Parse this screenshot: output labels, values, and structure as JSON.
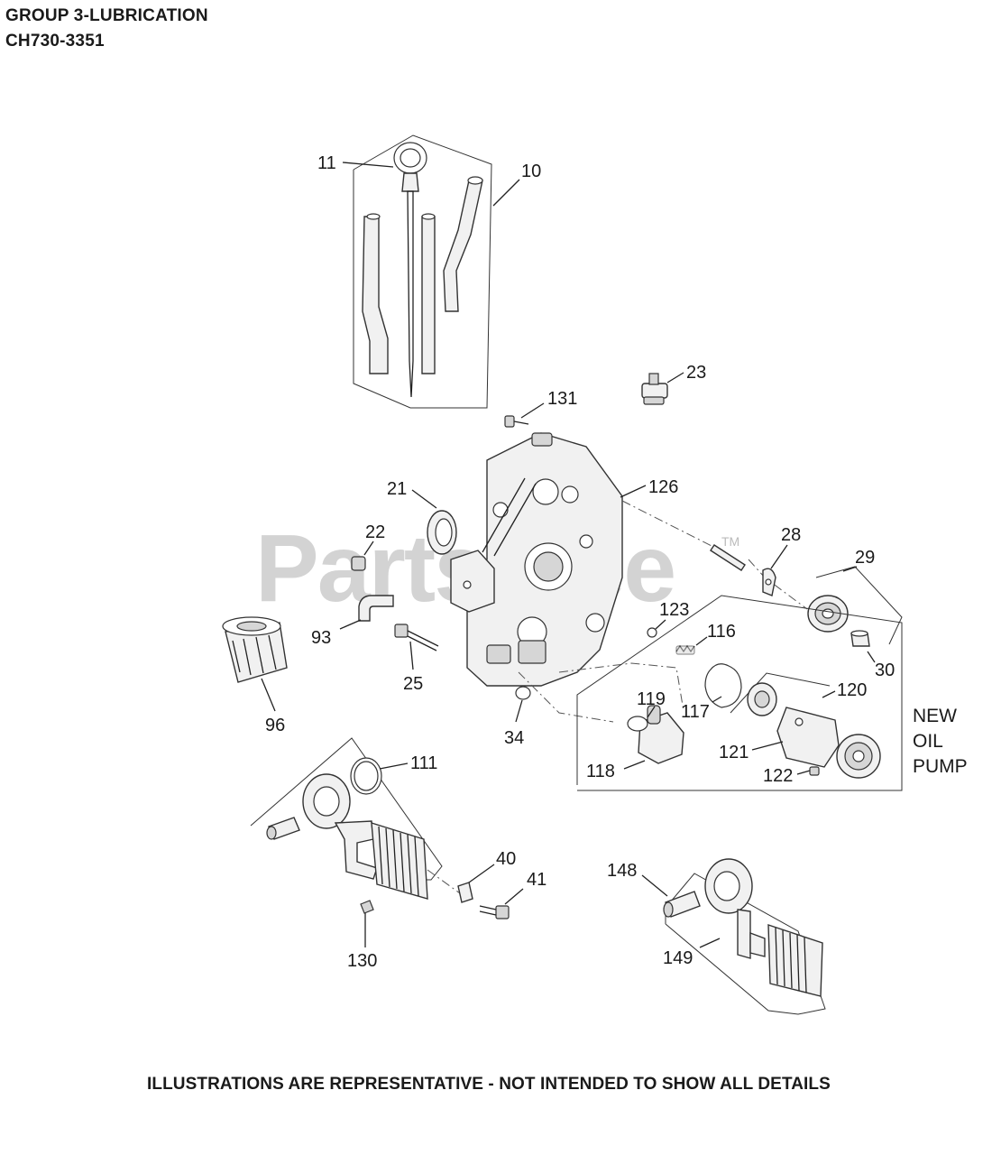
{
  "header": {
    "title": "GROUP 3-LUBRICATION",
    "model": "CH730-3351"
  },
  "footer": "ILLUSTRATIONS ARE REPRESENTATIVE - NOT INTENDED TO SHOW ALL DETAILS",
  "watermark": {
    "text": "PartsTree",
    "trademark": "TM",
    "color": "#cccccc"
  },
  "callouts": {
    "p10": "10",
    "p11": "11",
    "p21": "21",
    "p22": "22",
    "p23": "23",
    "p25": "25",
    "p28": "28",
    "p29": "29",
    "p30": "30",
    "p34": "34",
    "p40": "40",
    "p41": "41",
    "p93": "93",
    "p96": "96",
    "p111": "111",
    "p116": "116",
    "p117": "117",
    "p118": "118",
    "p119": "119",
    "p120": "120",
    "p121": "121",
    "p122": "122",
    "p123": "123",
    "p126": "126",
    "p130": "130",
    "p131": "131",
    "p148": "148",
    "p149": "149"
  },
  "oil_pump_note": [
    "NEW",
    "OIL",
    "PUMP"
  ]
}
